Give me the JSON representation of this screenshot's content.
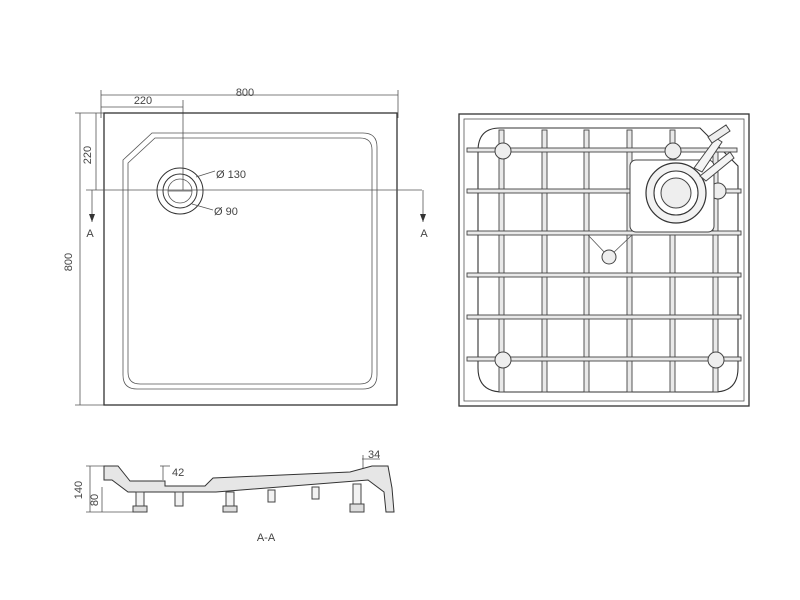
{
  "top_view": {
    "width_label": "800",
    "height_label": "800",
    "drain_offset_x_label": "220",
    "drain_offset_y_label": "220",
    "outer_diameter_label": "Ø 130",
    "inner_diameter_label": "Ø 90",
    "section_marker_left": "A",
    "section_marker_right": "A"
  },
  "section_view": {
    "title": "A-A",
    "total_height_label": "140",
    "leg_height_label": "80",
    "rim_depth_label": "42",
    "rim_width_label": "34"
  },
  "colors": {
    "line": "#333333",
    "rib_fill": "#e9e9e9"
  }
}
